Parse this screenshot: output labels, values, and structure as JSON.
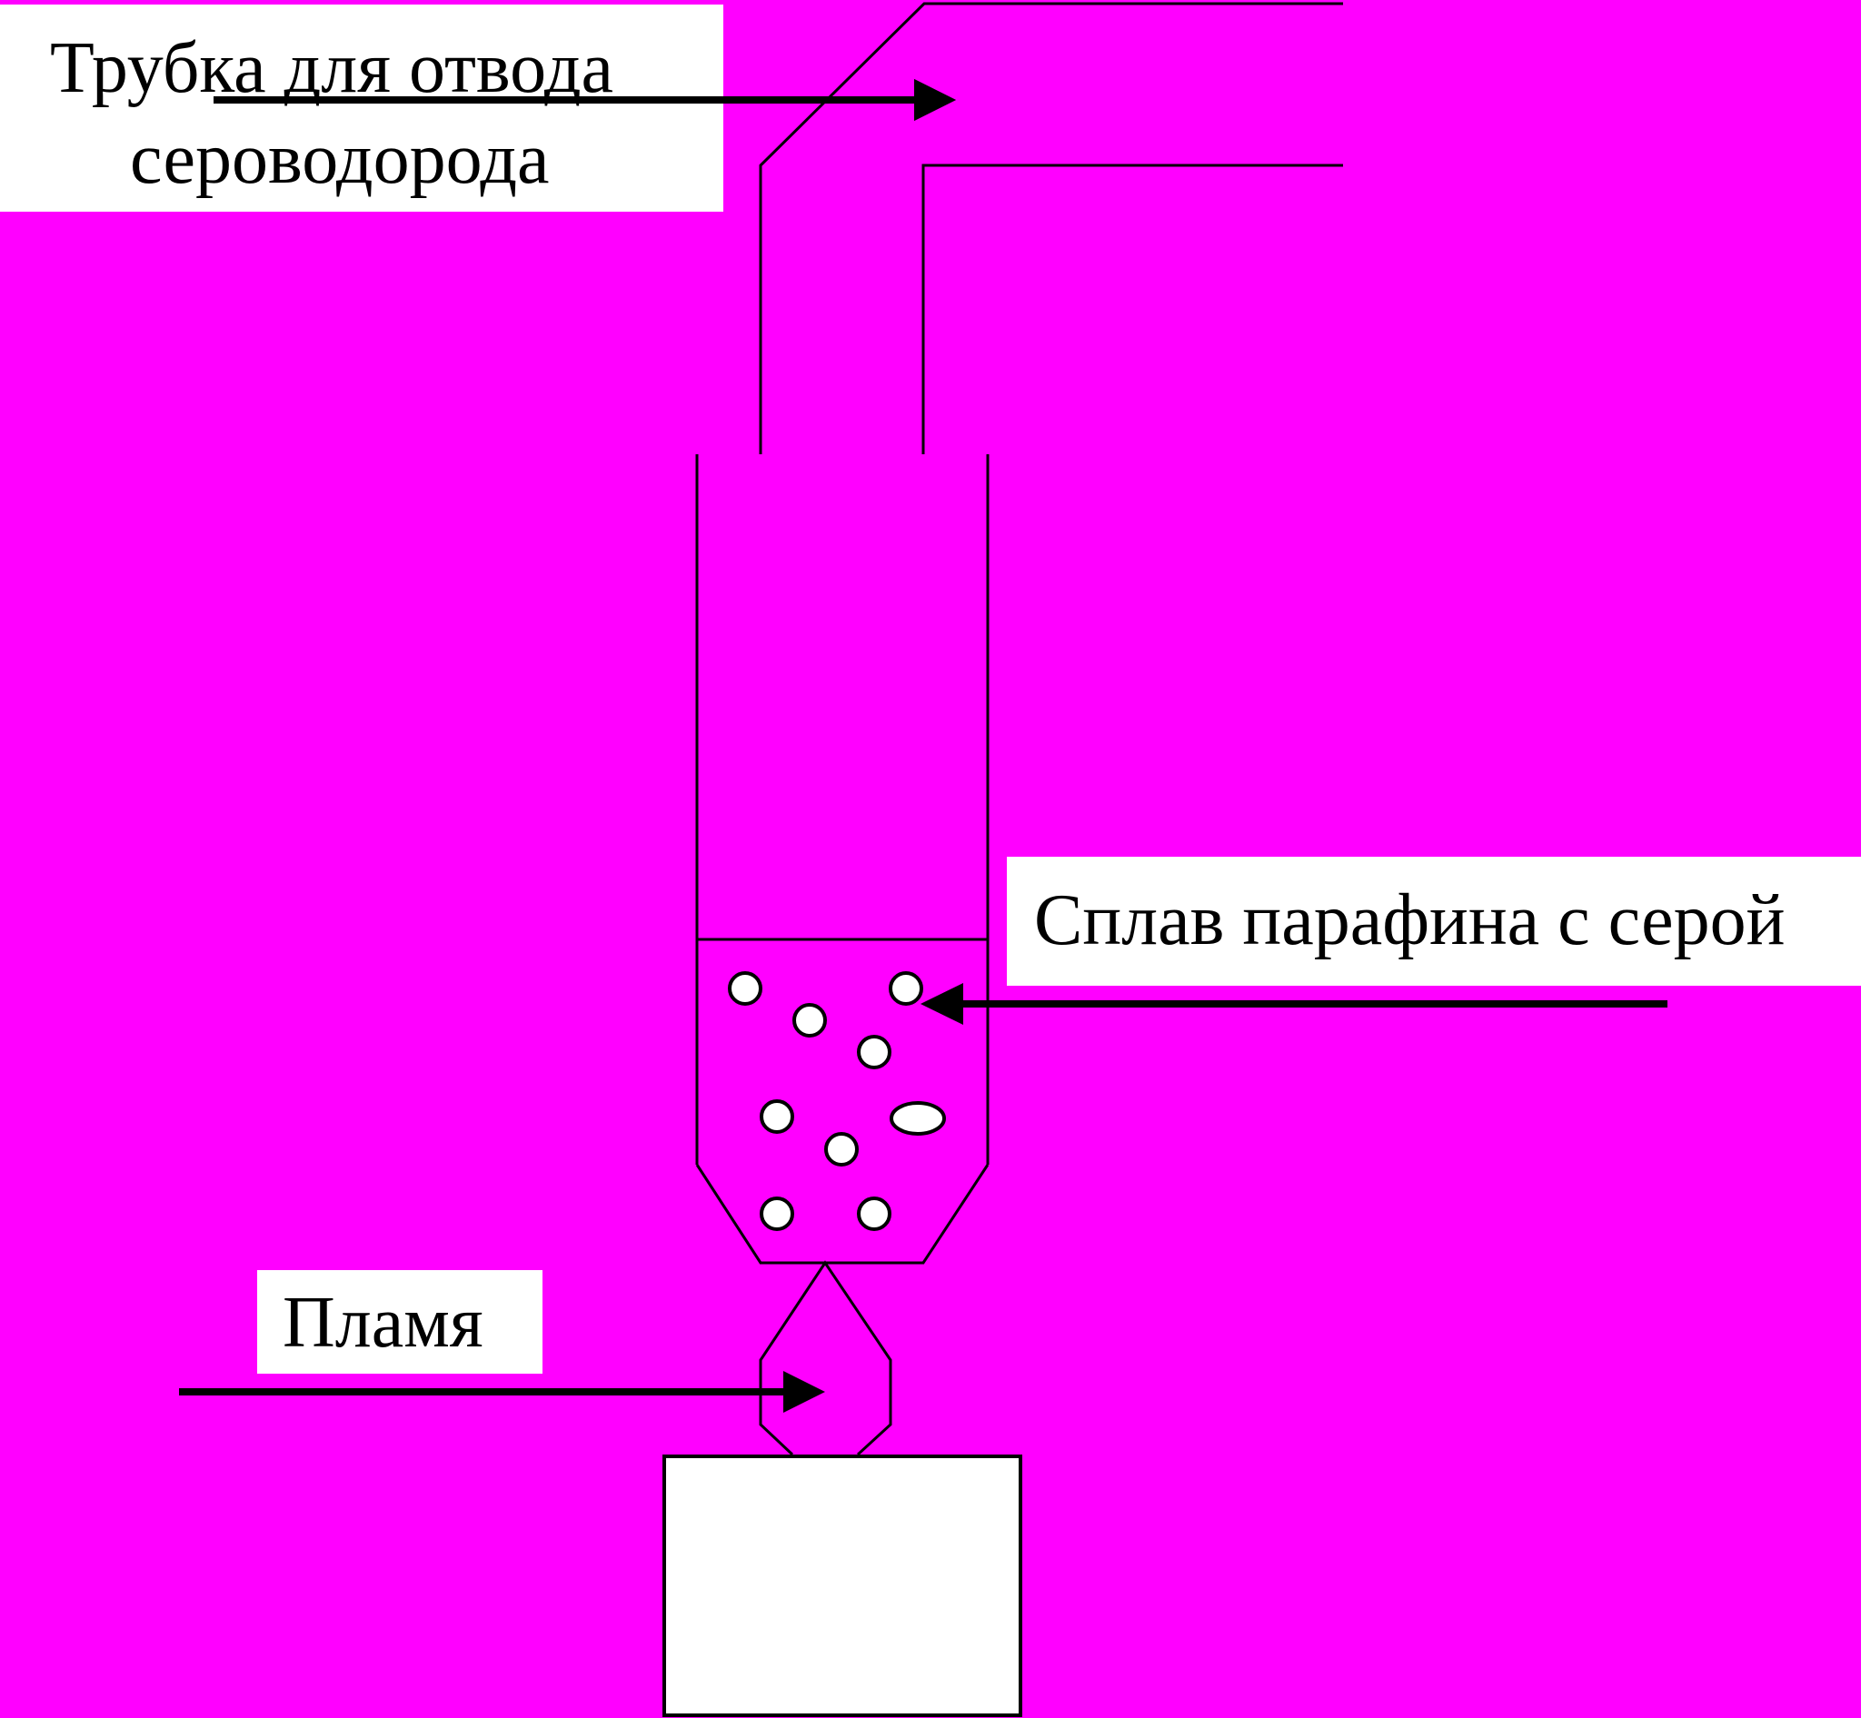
{
  "labels": {
    "tube_line1": "Трубка для отвода",
    "tube_line2": "сероводорода",
    "alloy": "Сплав парафина с серой",
    "flame": "Пламя"
  },
  "colors": {
    "background": "#ff00ff",
    "label_fill": "#ffffff",
    "stroke": "#000000"
  }
}
